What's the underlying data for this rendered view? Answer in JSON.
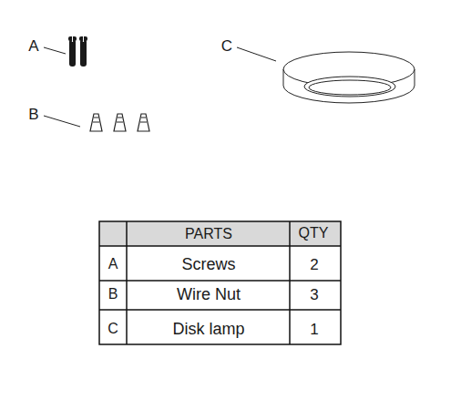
{
  "diagram": {
    "labels": [
      "A",
      "C",
      "B",
      "PARTS",
      "QTY",
      "A",
      "Screws",
      "2",
      "B",
      "Wire Nut",
      "3",
      "C",
      "Disk lamp",
      "1"
    ]
  }
}
